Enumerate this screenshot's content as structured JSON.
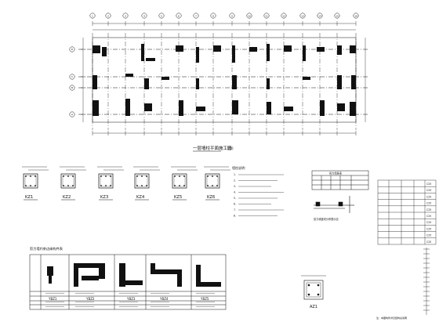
{
  "plan": {
    "title": "一层墙柱平面施工图",
    "scale": "1:100",
    "axis_numbers_top": [
      "1",
      "2",
      "3",
      "4",
      "5",
      "6",
      "7",
      "8",
      "9",
      "10",
      "11",
      "12",
      "13",
      "14",
      "15",
      "16"
    ],
    "axis_letters_left": [
      "D",
      "C",
      "B",
      "A"
    ]
  },
  "columns": [
    {
      "label": "KZ1"
    },
    {
      "label": "KZ2"
    },
    {
      "label": "KZ3"
    },
    {
      "label": "KZ4"
    },
    {
      "label": "KZ5"
    },
    {
      "label": "KZ6"
    }
  ],
  "notes": {
    "heading": "墙柱说明：",
    "lines": [
      "1.",
      "2.",
      "3.",
      "4.",
      "5.",
      "6.",
      "7.",
      "8."
    ]
  },
  "table_title": "剪力墙约束边缘构件表",
  "table_sections": [
    {
      "label": "YBZ1"
    },
    {
      "label": "YBZ2"
    },
    {
      "label": "YBZ3"
    },
    {
      "label": "YBZ4"
    },
    {
      "label": "YBZ5"
    }
  ],
  "right_table": {
    "heading": "剪力墙身表",
    "section_label": "剪力墙竖向分布筋示意"
  },
  "small_detail": {
    "label": "AZ1"
  },
  "height_table": {
    "codes": [
      "C25",
      "C25",
      "C25",
      "C25",
      "C25",
      "C25",
      "C25",
      "C25",
      "C25",
      "C25"
    ]
  },
  "footnote": "注：本图构件详见结构总说明"
}
